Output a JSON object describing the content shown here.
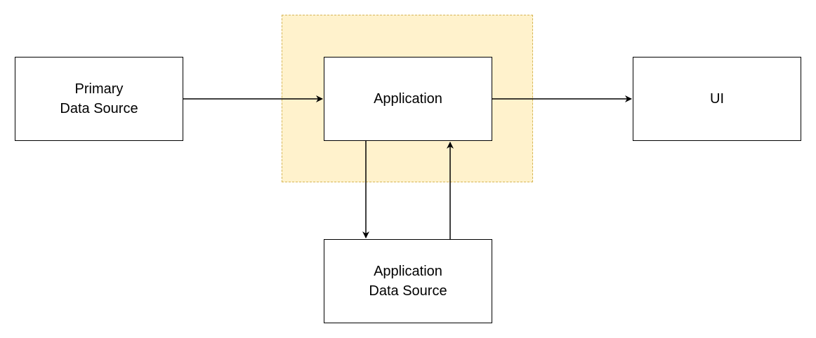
{
  "nodes": {
    "primary": {
      "lines": [
        "Primary",
        "Data Source"
      ]
    },
    "application": {
      "lines": [
        "Application"
      ]
    },
    "ui": {
      "lines": [
        "UI"
      ]
    },
    "app_data": {
      "lines": [
        "Application",
        "Data Source"
      ]
    }
  },
  "colors": {
    "group_fill": "#fff2cc",
    "group_border": "#d6b656",
    "stroke": "#000000"
  }
}
